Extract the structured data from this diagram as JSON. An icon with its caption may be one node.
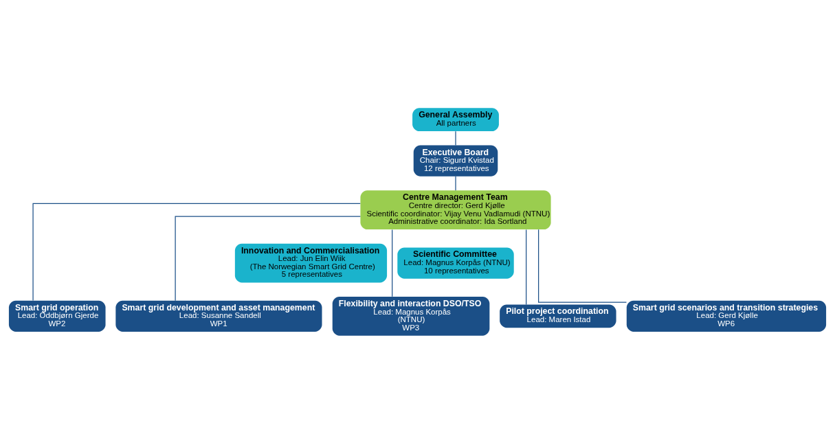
{
  "diagram": {
    "nodes": [
      {
        "text": [
          "General Assembly",
          "All partners"
        ]
      },
      {
        "text": [
          "Executive Board",
          "Chair: Sigurd Kvistad",
          "12 representatives"
        ]
      },
      {
        "text": [
          "Centre Management Team",
          "Centre director: Gerd Kjølle",
          "Scientific coordinator: Vijay Venu Vadlamudi (NTNU)",
          "Administrative coordinator: Ida Sortland"
        ]
      },
      {
        "text": [
          "Innovation and Commercialisation",
          "Lead: Jun Elin Wiik",
          "(The Norwegian Smart Grid Centre)",
          "5 representatives"
        ]
      },
      {
        "text": [
          "Scientific Committee",
          "Lead: Magnus Korpås (NTNU)",
          "10 representatives"
        ]
      },
      {
        "text": [
          "Smart grid development and asset management",
          "Lead: Susanne Sandell",
          "WP1"
        ]
      },
      {
        "text": [
          "Smart grid operation",
          "Lead: Oddbjørn Gjerde",
          "WP2"
        ]
      },
      {
        "text": [
          "Flexibility and interaction DSO/TSO",
          "Lead: Magnus Korpås",
          "(NTNU)",
          "WP3"
        ]
      },
      {
        "text": [
          "Smart grid scenarios and transition strategies",
          "Lead: Gerd Kjølle",
          "WP6"
        ]
      },
      {
        "text": [
          "Pilot project coordination",
          "Lead: Maren Istad"
        ]
      }
    ],
    "edges": [
      {
        "from": 0,
        "to": 1,
        "arrow": "none"
      },
      {
        "from": 1,
        "to": 2,
        "arrow": "none"
      },
      {
        "from": 2,
        "to": 5,
        "arrow": "none"
      },
      {
        "from": 2,
        "to": 6,
        "arrow": "none"
      },
      {
        "from": 2,
        "to": 7,
        "arrow": "none"
      },
      {
        "from": 2,
        "to": 8,
        "arrow": "none"
      },
      {
        "from": 2,
        "to": 9,
        "arrow": "none"
      }
    ]
  }
}
